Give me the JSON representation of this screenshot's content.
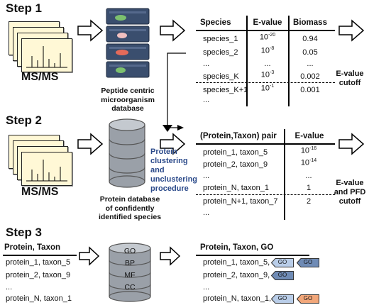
{
  "steps": [
    "Step 1",
    "Step 2",
    "Step 3"
  ],
  "msms_label": "MS/MS",
  "db1_caption": [
    "Peptide centric",
    "microorganism",
    "database"
  ],
  "db2_caption": [
    "Protein database",
    "of confidently",
    "identified species"
  ],
  "procedure_label": [
    "Protein",
    "clustering",
    "and",
    "unclustering",
    "procedure"
  ],
  "table1": {
    "headers": [
      "Species",
      "E-value",
      "Biomass"
    ],
    "rows": [
      {
        "species": "species_1",
        "ebase": "10",
        "eexp": "-20",
        "biomass": "0.94"
      },
      {
        "species": "species_2",
        "ebase": "10",
        "eexp": "-8",
        "biomass": "0.05"
      },
      {
        "species": "...",
        "ebase": "...",
        "eexp": "",
        "biomass": "..."
      },
      {
        "species": "species_K",
        "ebase": "10",
        "eexp": "-3",
        "biomass": "0.002"
      },
      {
        "species": "species_K+1",
        "ebase": "10",
        "eexp": "-1",
        "biomass": "0.001"
      },
      {
        "species": "...",
        "ebase": "",
        "eexp": "",
        "biomass": ""
      }
    ],
    "cutoff": [
      "E-value",
      "cutoff"
    ]
  },
  "table2": {
    "headers": [
      "(Protein,Taxon) pair",
      "E-value"
    ],
    "rows": [
      {
        "pair": "protein_1, taxon_5",
        "ebase": "10",
        "eexp": "-16"
      },
      {
        "pair": "protein_2, taxon_9",
        "ebase": "10",
        "eexp": "-14"
      },
      {
        "pair": "...",
        "ebase": "...",
        "eexp": ""
      },
      {
        "pair": "protein_N, taxon_1",
        "ebase": "1",
        "eexp": ""
      },
      {
        "pair": "protein_N+1, taxon_7",
        "ebase": "2",
        "eexp": ""
      },
      {
        "pair": "...",
        "ebase": "",
        "eexp": ""
      }
    ],
    "cutoff": [
      "E-value",
      "and PFD",
      "cutoff"
    ]
  },
  "step3_left": {
    "header": "Protein, Taxon",
    "rows": [
      "protein_1, taxon_5",
      "protein_2, taxon_9",
      "...",
      "protein_N, taxon_1"
    ]
  },
  "go_db_labels": [
    "GO",
    "BP",
    "MF",
    "CC"
  ],
  "step3_right": {
    "header": "Protein, Taxon, GO",
    "rows": [
      {
        "text": "protein_1, taxon_5,",
        "tags": [
          "GO",
          "GO"
        ],
        "colors": [
          "#b9cde8",
          "#6f8bb5"
        ]
      },
      {
        "text": "protein_2, taxon_9,",
        "tags": [
          "GO"
        ],
        "colors": [
          "#6f8bb5"
        ]
      },
      {
        "text": "...",
        "tags": [],
        "colors": []
      },
      {
        "text": "protein_N, taxon_1,",
        "tags": [
          "GO",
          "GO"
        ],
        "colors": [
          "#b9cde8",
          "#f2a77a"
        ]
      }
    ]
  },
  "colors": {
    "accent_blue": "#2b4a8a",
    "card": "#fff8d6",
    "db_gray": "#9aa0a8",
    "server": "#3a4e6e"
  }
}
